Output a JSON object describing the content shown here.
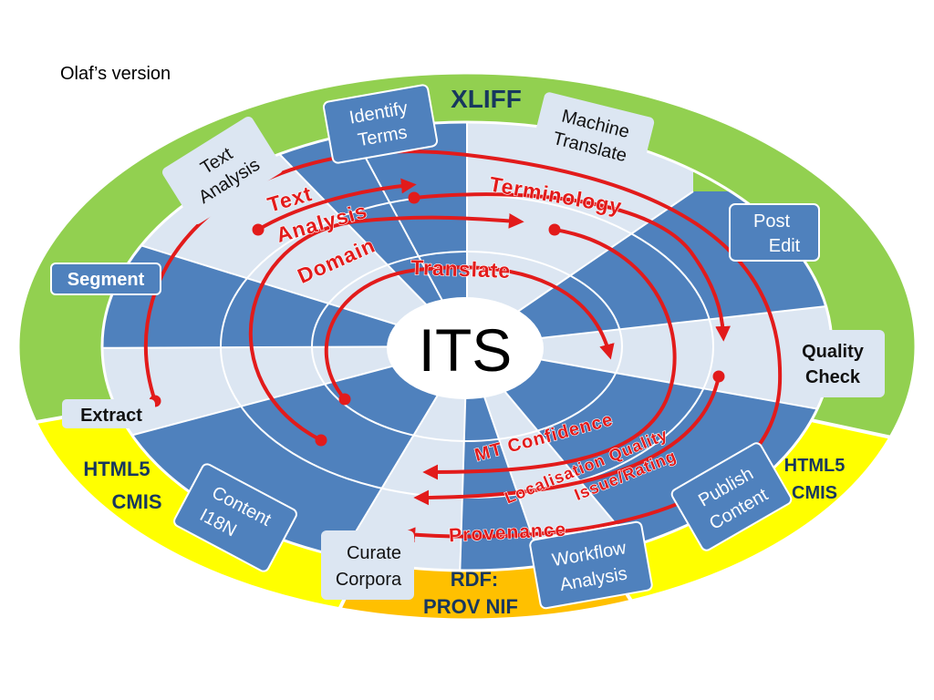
{
  "caption": "Olaf’s version",
  "center_label": "ITS",
  "colors": {
    "green_ring": "#92d050",
    "yellow_ring": "#ffff00",
    "orange_ring": "#ffc000",
    "dark_sector": "#4f81bd",
    "light_sector": "#dce6f2",
    "arrow_red": "#e21b1b",
    "text_navy": "#17375e"
  },
  "ring_labels": {
    "xliff": "XLIFF",
    "html5_left": [
      "HTML5",
      "CMIS"
    ],
    "html5_right": [
      "HTML5",
      "CMIS"
    ],
    "rdf": [
      "RDF:",
      "PROV NIF"
    ]
  },
  "processes": {
    "identify_terms": [
      "Identify",
      "Terms"
    ],
    "machine_translate": [
      "Machine",
      "Translate"
    ],
    "text_analysis": [
      "Text",
      "Analysis"
    ],
    "post_edit": [
      "Post",
      "Edit"
    ],
    "segment": [
      "Segment"
    ],
    "quality_check": [
      "Quality",
      "Check"
    ],
    "extract": [
      "Extract"
    ],
    "content_i18n": [
      "Content",
      "I18N"
    ],
    "curate_corpora": [
      "Curate",
      "Corpora"
    ],
    "workflow_analysis": [
      "Workflow",
      "Analysis"
    ],
    "publish_content": [
      "Publish",
      "Content"
    ]
  },
  "data_categories": {
    "text_analysis": [
      "Text",
      "Analysis"
    ],
    "terminology": "Terminology",
    "domain": "Domain",
    "translate": "Translate",
    "mt_confidence": "MT Confidence",
    "localisation_quality": [
      "Localisation Quality",
      "Issue/Rating"
    ],
    "provenance": "Provenance"
  }
}
